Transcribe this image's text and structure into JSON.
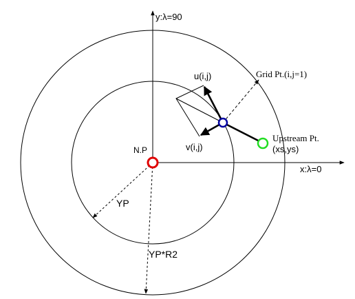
{
  "axes": {
    "y_label": "y:λ=90",
    "x_label": "x:λ=0"
  },
  "points": {
    "pole_label": "N.P",
    "grid_label": "Grid Pt.(i,j=1)",
    "upstream_label": "Upstream Pt.",
    "upstream_coords": "(xs,ys)"
  },
  "vectors": {
    "u_label": "u(i,j)",
    "v_label": "v(i,j)"
  },
  "radii": {
    "inner_label": "YP",
    "outer_label": "YP*R2"
  },
  "colors": {
    "line": "#000000",
    "pole": "#e00000",
    "grid_point": "#0000a0",
    "upstream_point": "#22dd22"
  }
}
